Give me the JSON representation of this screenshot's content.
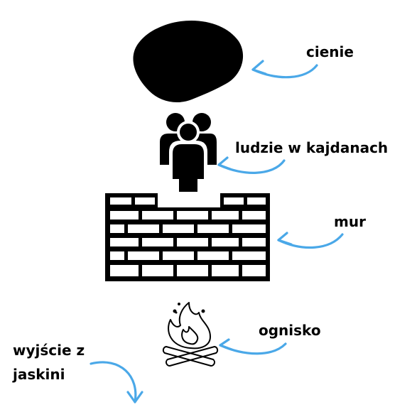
{
  "labels": {
    "shadows": "cienie",
    "people": "ludzie w kajdanach",
    "wall": "mur",
    "fire": "ognisko",
    "exit_line1": "wyjście z",
    "exit_line2": "jaskini"
  },
  "colors": {
    "ink": "#000000",
    "arrow": "#4aa8e8",
    "background": "#ffffff"
  },
  "icons": [
    "shadow-blob-icon",
    "people-group-icon",
    "brick-wall-icon",
    "campfire-icon"
  ]
}
